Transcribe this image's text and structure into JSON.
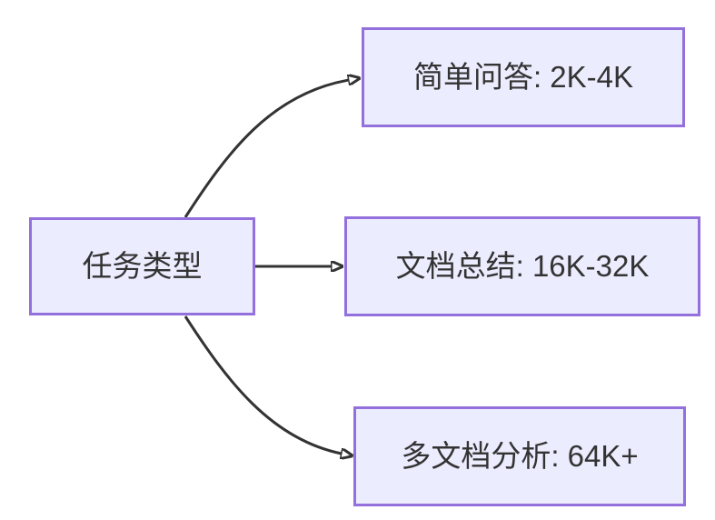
{
  "diagram": {
    "type": "flowchart",
    "direction": "left-to-right",
    "colors": {
      "background": "#FFFFFF",
      "node_fill": "#ECECFF",
      "node_border": "#9370DB",
      "edge": "#333333",
      "text": "#333333"
    },
    "nodes": {
      "root": {
        "label": "任务类型"
      },
      "simple_qa": {
        "label": "简单问答: 2K-4K"
      },
      "doc_summary": {
        "label": "文档总结: 16K-32K"
      },
      "multi_doc": {
        "label": "多文档分析: 64K+"
      }
    },
    "edges": [
      {
        "from": "任务类型",
        "to": "简单问答: 2K-4K",
        "style": "curved-up"
      },
      {
        "from": "任务类型",
        "to": "文档总结: 16K-32K",
        "style": "straight"
      },
      {
        "from": "任务类型",
        "to": "多文档分析: 64K+",
        "style": "curved-down"
      }
    ]
  }
}
